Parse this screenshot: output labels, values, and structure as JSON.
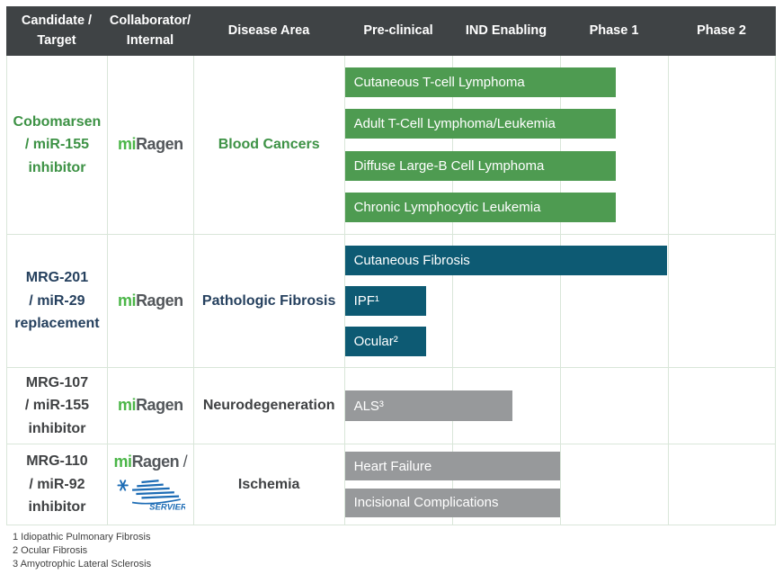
{
  "header": {
    "columns": [
      "Candidate /\nTarget",
      "Collaborator/\nInternal",
      "Disease Area",
      "Pre-clinical",
      "IND Enabling",
      "Phase 1",
      "Phase 2"
    ]
  },
  "chart_data": {
    "type": "gantt",
    "stages": [
      "Pre-clinical",
      "IND Enabling",
      "Phase 1",
      "Phase 2"
    ],
    "stage_span_pct": 25,
    "rows": [
      {
        "candidate": "Cobomarsen\n/ miR-155\ninhibitor",
        "collaborator": "miRagen",
        "disease_area": "Blood Cancers",
        "theme": "green",
        "bars": [
          {
            "label": "Cutaneous T-cell Lymphoma",
            "end_pct": 63,
            "stage_reached": "Phase 1"
          },
          {
            "label": "Adult T-Cell Lymphoma/Leukemia",
            "end_pct": 63,
            "stage_reached": "Phase 1"
          },
          {
            "label": "Diffuse Large-B Cell Lymphoma",
            "end_pct": 63,
            "stage_reached": "Phase 1"
          },
          {
            "label": "Chronic Lymphocytic Leukemia",
            "end_pct": 63,
            "stage_reached": "Phase 1"
          }
        ]
      },
      {
        "candidate": "MRG-201\n/ miR-29\nreplacement",
        "collaborator": "miRagen",
        "disease_area": "Pathologic Fibrosis",
        "theme": "teal",
        "bars": [
          {
            "label": "Cutaneous Fibrosis",
            "end_pct": 75,
            "stage_reached": "Phase 1"
          },
          {
            "label": "IPF¹",
            "end_pct": 19,
            "stage_reached": "Pre-clinical"
          },
          {
            "label": "Ocular²",
            "end_pct": 19,
            "stage_reached": "Pre-clinical"
          }
        ]
      },
      {
        "candidate": "MRG-107\n/ miR-155\ninhibitor",
        "collaborator": "miRagen",
        "disease_area": "Neurodegeneration",
        "theme": "gray",
        "bars": [
          {
            "label": "ALS³",
            "end_pct": 39,
            "stage_reached": "IND Enabling"
          }
        ]
      },
      {
        "candidate": "MRG-110\n/ miR-92\ninhibitor",
        "collaborator": "miRagen / Servier",
        "disease_area": "Ischemia",
        "theme": "gray",
        "bars": [
          {
            "label": "Heart Failure",
            "end_pct": 50,
            "stage_reached": "IND Enabling"
          },
          {
            "label": "Incisional Complications",
            "end_pct": 50,
            "stage_reached": "IND Enabling"
          }
        ]
      }
    ]
  },
  "logos": {
    "miragen_mi": "mi",
    "miragen_rest": "Ragen",
    "collab_slash": " /",
    "servier": "SERVIER"
  },
  "footnotes": [
    "1 Idiopathic Pulmonary Fibrosis",
    "2 Ocular Fibrosis",
    "3 Amyotrophic Lateral Sclerosis"
  ],
  "colors": {
    "header_bg": "#3f4345",
    "grid": "#d9e6d9",
    "green": "#4e9b51",
    "teal": "#0d5a73",
    "gray": "#97999b",
    "green_text": "#3d9245",
    "navy_text": "#25405e",
    "dark_text": "#3f4143",
    "miragen_green": "#4bb648",
    "miragen_dark": "#53575b",
    "servier_blue": "#1d6cb5"
  }
}
